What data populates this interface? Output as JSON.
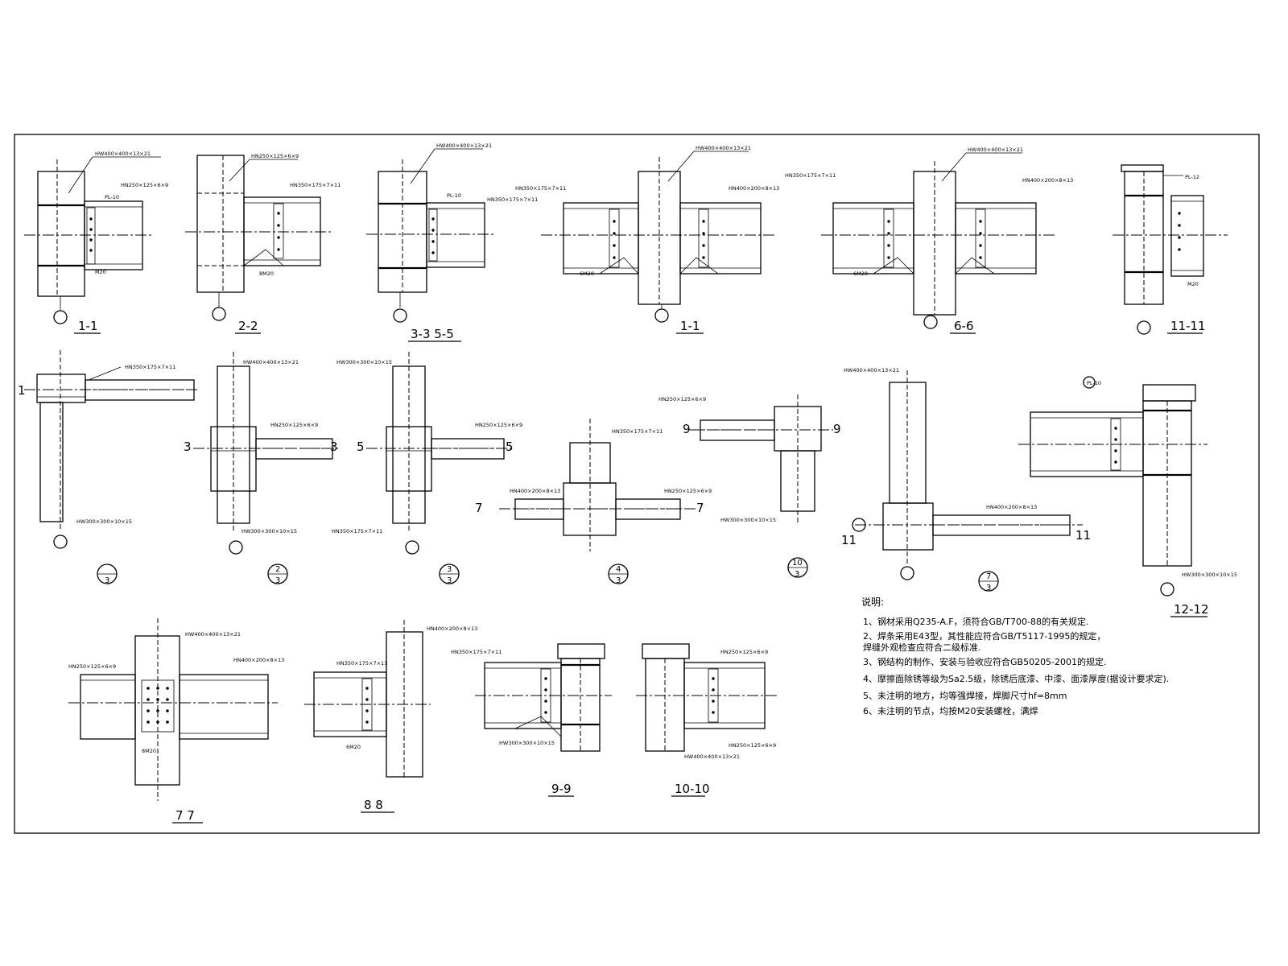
{
  "drawing": {
    "labels": {
      "sec_1_1a": "1-1",
      "sec_2_2": "2-2",
      "sec_3_3_5_5": "3-3 5-5",
      "sec_1_1b": "1-1",
      "sec_6_6": "6-6",
      "sec_11_11": "11-11",
      "sec_12_12": "12-12",
      "sec_7_7": "7 7",
      "sec_8_8": "8 8",
      "sec_9_9": "9-9",
      "sec_10_10": "10-10",
      "mark_1": "1",
      "mark_3l": "3",
      "mark_3r": "3",
      "mark_5l": "5",
      "mark_5r": "5",
      "mark_7l": "7",
      "mark_7r": "7",
      "mark_9l": "9",
      "mark_9r": "9",
      "mark_11l": "11",
      "mark_11r": "11",
      "det_a_top": "",
      "det_a_bot": "3",
      "det_b_top": "2",
      "det_b_bot": "3",
      "det_c_top": "3",
      "det_c_bot": "3",
      "det_d_top": "4",
      "det_d_bot": "3",
      "det_e_top": "10",
      "det_e_bot": "3",
      "det_f_top": "7",
      "det_f_bot": "3",
      "tag_a": "HW300×300×10×15",
      "tag_b": "HN250×125×6×9",
      "tag_c": "HN350×175×7×11",
      "tag_d": "HN400×200×8×13",
      "tag_e": "HW400×400×13×21",
      "tag_f": "PL-10",
      "tag_g": "M20",
      "tag_h": "8M20",
      "tag_i": "PL-12",
      "tag_j": "6M20"
    },
    "notes": {
      "title": "说明:",
      "items": [
        "1、钢材采用Q235-A.F，须符合GB/T700-88的有关规定.",
        "2、焊条采用E43型，其性能应符合GB/T5117-1995的规定，",
        "    焊缝外观检查应符合二级标准.",
        "3、钢结构的制作、安装与验收应符合GB50205-2001的规定.",
        "4、摩擦面除锈等级为Sa2.5级，除锈后底漆、中漆、面漆厚度(据设计要求定).",
        "5、未注明的地方，均等强焊接，焊脚尺寸hf=8mm",
        "6、未注明的节点，均按M20安装螺栓，满焊"
      ]
    }
  }
}
